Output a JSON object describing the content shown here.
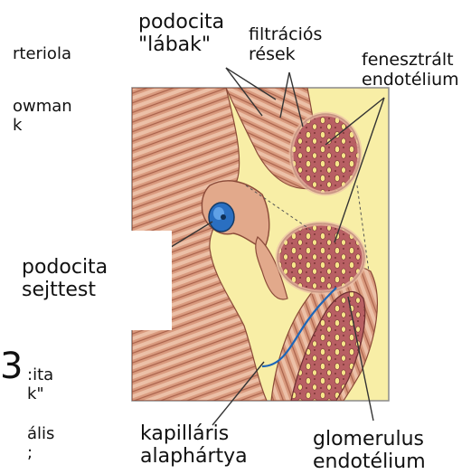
{
  "labels": {
    "podocita_labak_line1": "podocita",
    "podocita_labak_line2": "\"lábak\"",
    "filtracios_line1": "filtrációs",
    "filtracios_line2": "rések",
    "fenesztralt_line1": "fenesztrált",
    "fenesztralt_line2": "endotélium",
    "arteriola": "rteriola",
    "bowman_line1": "owman",
    "bowman_line2": "k",
    "podocita_sejttest_line1": "podocita",
    "podocita_sejttest_line2": "sejttest",
    "cut_left_1": ":ita",
    "cut_left_2": "k\"",
    "cut_left_3": "ális",
    "cut_left_4": ";",
    "kapillaris_line1": "kapilláris",
    "kapillaris_line2": "alaphártya",
    "glomerulus_line1": "glomerulus",
    "glomerulus_line2": "endotélium",
    "big_s_fragment": "3"
  },
  "colors": {
    "panel_bg": "#f8eea6",
    "tissue": "#d99a7e",
    "tissue_light": "#ecc0a7",
    "tissue_dark": "#a9614a",
    "capillary": "#b85f63",
    "fenestra": "#f6e58a",
    "nucleus": "#2a6fc1",
    "membrane_line": "#1d66b8"
  }
}
